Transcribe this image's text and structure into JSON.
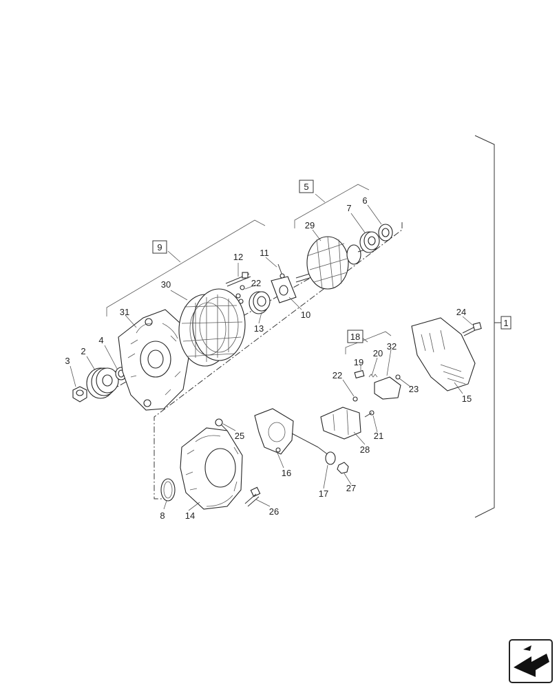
{
  "diagram": {
    "boxed_labels": {
      "assembly": "1",
      "rotor_group": "5",
      "housing_group": "9",
      "regulator_group": "18"
    },
    "callouts": [
      "2",
      "3",
      "4",
      "6",
      "7",
      "8",
      "10",
      "11",
      "12",
      "13",
      "14",
      "15",
      "16",
      "17",
      "19",
      "20",
      "21",
      "22",
      "22",
      "23",
      "24",
      "25",
      "26",
      "27",
      "28",
      "29",
      "30",
      "31",
      "32"
    ]
  },
  "corner_icon": "next-page-arrow-icon"
}
